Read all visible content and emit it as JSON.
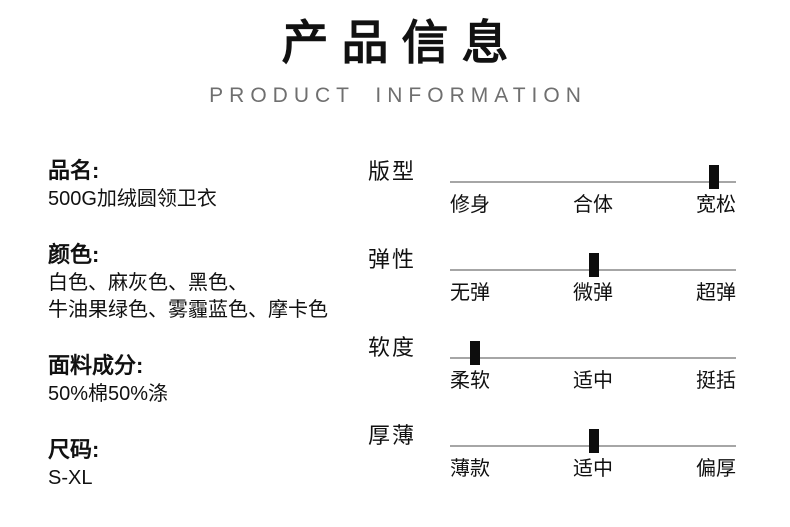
{
  "header": {
    "title": "产品信息",
    "subtitle": "PRODUCT INFORMATION"
  },
  "info_sections": [
    {
      "label": "品名:",
      "lines": [
        "500G加绒圆领卫衣"
      ]
    },
    {
      "label": "颜色:",
      "lines": [
        "白色、麻灰色、黑色、",
        "牛油果绿色、雾霾蓝色、摩卡色"
      ]
    },
    {
      "label": "面料成分:",
      "lines": [
        "50%棉50%涤"
      ]
    },
    {
      "label": "尺码:",
      "lines": [
        "S-XL"
      ]
    }
  ],
  "sliders": [
    {
      "label": "版型",
      "scale": [
        "修身",
        "合体",
        "宽松"
      ],
      "selected": "宽松",
      "marker_percent": 92.3
    },
    {
      "label": "弹性",
      "scale": [
        "无弹",
        "微弹",
        "超弹"
      ],
      "selected": "微弹",
      "marker_percent": 50.3
    },
    {
      "label": "软度",
      "scale": [
        "柔软",
        "适中",
        "挺括"
      ],
      "selected": "柔软",
      "marker_percent": 8.6
    },
    {
      "label": "厚薄",
      "scale": [
        "薄款",
        "适中",
        "偏厚"
      ],
      "selected": "适中",
      "marker_percent": 50.2
    }
  ],
  "colors": {
    "text": "#111111",
    "subtitle": "#6f6f6f",
    "track": "#a6a6a6",
    "marker": "#0d0d0d"
  }
}
